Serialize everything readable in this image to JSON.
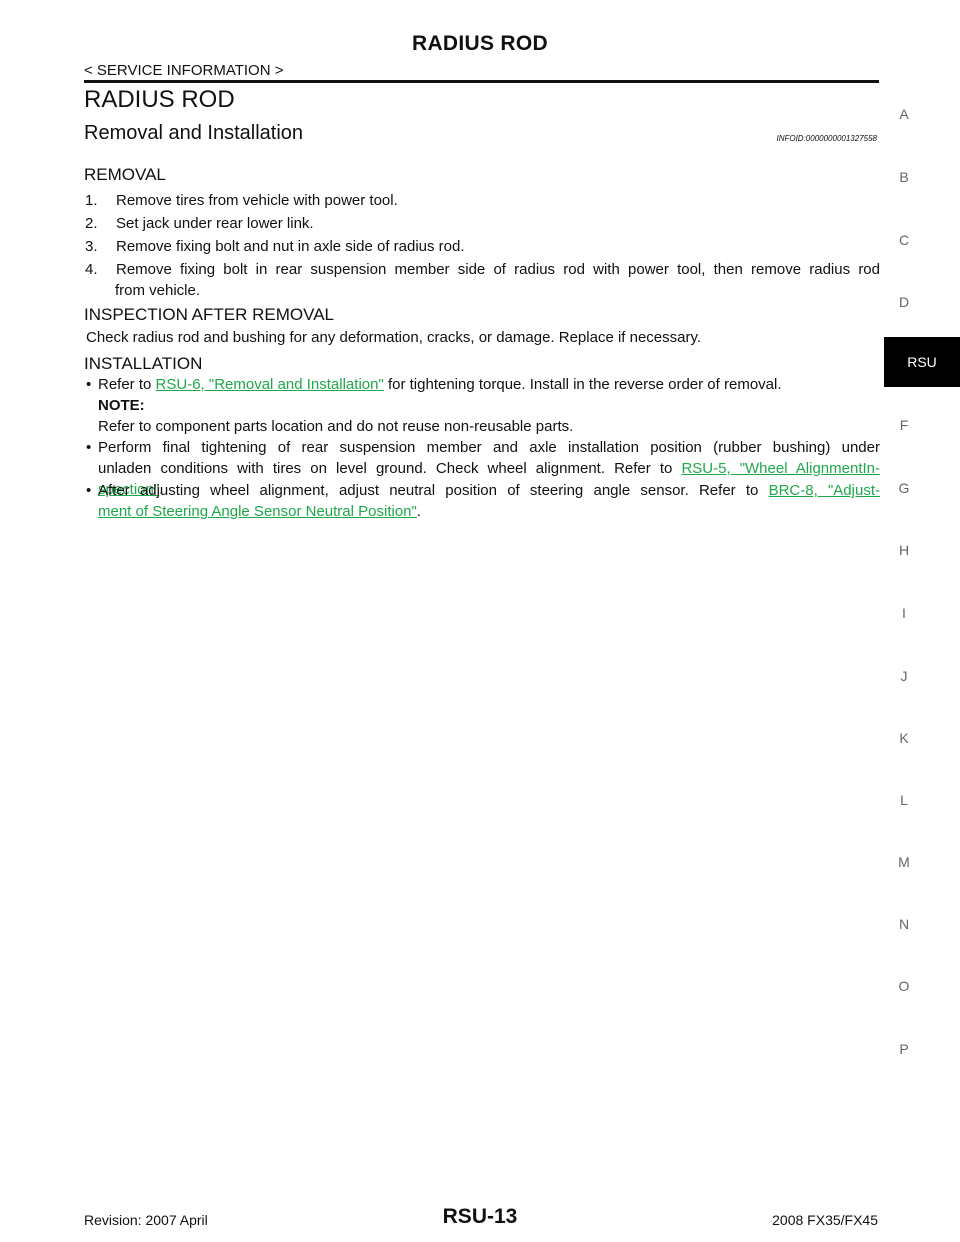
{
  "header": {
    "title": "RADIUS ROD",
    "breadcrumb": "< SERVICE INFORMATION >"
  },
  "page_title": "RADIUS ROD",
  "section": {
    "title": "Removal and Installation",
    "info_id": "INFOID:0000000001327558"
  },
  "removal": {
    "heading": "REMOVAL",
    "steps": [
      {
        "num": "1.",
        "text": "Remove tires from vehicle with power tool."
      },
      {
        "num": "2.",
        "text": "Set jack under rear lower link."
      },
      {
        "num": "3.",
        "text": "Remove fixing bolt and nut in axle side of radius rod."
      },
      {
        "num": "4.",
        "text": "Remove fixing bolt in rear suspension member side of radius rod with power tool, then remove radius rod",
        "text2": "from vehicle."
      }
    ]
  },
  "inspection": {
    "heading": "INSPECTION AFTER REMOVAL",
    "text": "Check radius rod and bushing for any deformation, cracks, or damage. Replace if necessary."
  },
  "installation": {
    "heading": "INSTALLATION",
    "b1": {
      "pre": "Refer to ",
      "link": "RSU-6, \"Removal and Installation\"",
      "post": " for tightening torque. Install in the reverse order of removal.",
      "note_label": "NOTE:",
      "note_text": "Refer to component parts location and do not reuse non-reusable parts."
    },
    "b2": {
      "line1": "Perform final tightening of rear suspension member and axle installation position (rubber bushing) under",
      "line2_pre": "unladen conditions with tires on level ground. Check wheel alignment. Refer to ",
      "link_a": "RSU-5, \"Wheel AlignmentIn-",
      "link_b": "spection\"",
      "post": "."
    },
    "b3": {
      "pre": "After adjusting wheel alignment, adjust neutral position of steering angle sensor. Refer to ",
      "link_a": "BRC-8, \"Adjust-",
      "link_b": "ment of Steering Angle Sensor Neutral Position\"",
      "post": "."
    }
  },
  "side_index": {
    "letters_top": [
      "A",
      "B",
      "C",
      "D"
    ],
    "active": "RSU",
    "letters_bottom": [
      "F",
      "G",
      "H",
      "I",
      "J",
      "K",
      "L",
      "M",
      "N",
      "O",
      "P"
    ]
  },
  "footer": {
    "revision": "Revision: 2007 April",
    "page": "RSU-13",
    "model": "2008 FX35/FX45"
  },
  "colors": {
    "link": "#1fa84a",
    "tab_bg": "#000000"
  }
}
